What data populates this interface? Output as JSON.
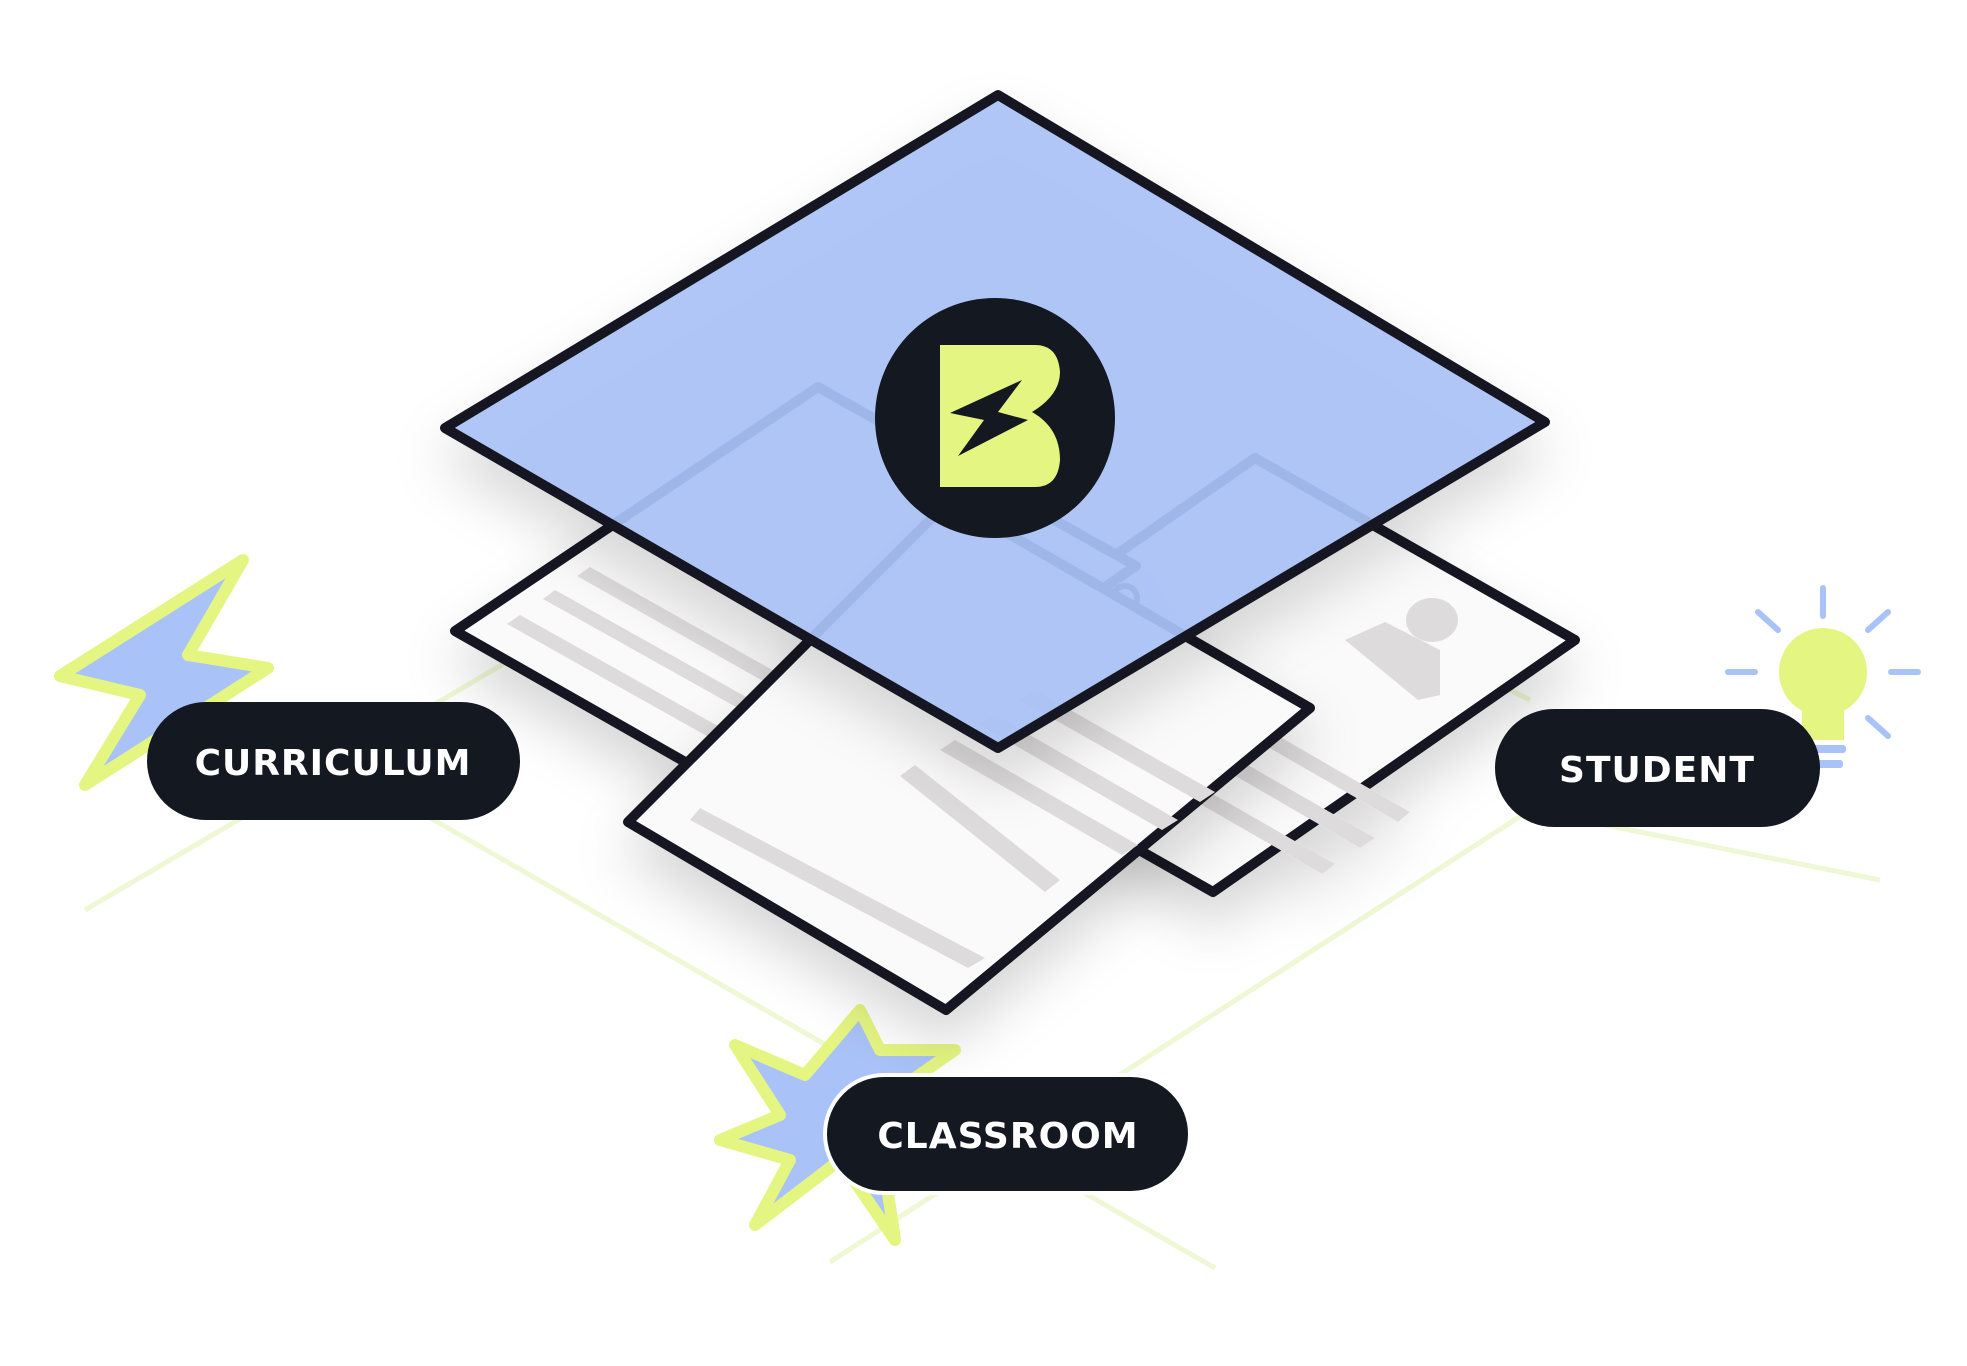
{
  "labels": {
    "curriculum": "CURRICULUM",
    "classroom": "CLASSROOM",
    "student": "STUDENT"
  },
  "logo": {
    "letter": "B",
    "name": "lightning-b-logo"
  },
  "colors": {
    "top_layer": "#a9c2f7",
    "top_layer_opacity": 0.92,
    "card": "#fbfafa",
    "card_bar": "#dedbdc",
    "outline": "#141820",
    "pill": "#141820",
    "accent_lime": "#e4f582",
    "accent_blue": "#a9c2f7",
    "guide_line": "#eef8d4"
  },
  "icons": {
    "curriculum": "lightning-bolt-icon",
    "classroom": "starburst-icon",
    "student": "lightbulb-icon"
  }
}
